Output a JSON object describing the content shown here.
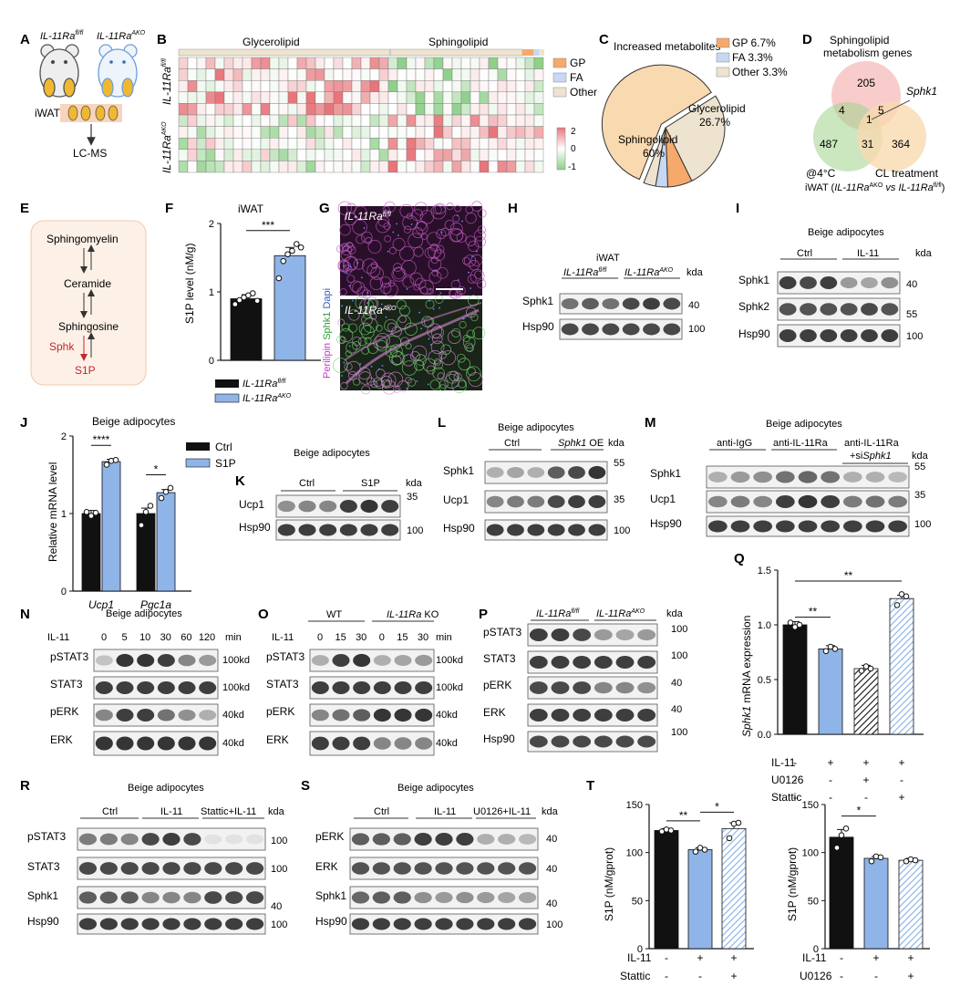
{
  "colors": {
    "black": "#111111",
    "blue": "#8fb4e8",
    "peach": "#f9d9b0",
    "orange": "#f5a96a",
    "lightblue": "#c6d8f3",
    "beige": "#ede3cf",
    "green": "#9fd48c",
    "red": "#f4a3a3",
    "heatRed": "#e8757a",
    "heatGreen": "#8fd08a"
  },
  "panels": {
    "A": "A",
    "B": "B",
    "C": "C",
    "D": "D",
    "E": "E",
    "F": "F",
    "G": "G",
    "H": "H",
    "I": "I",
    "J": "J",
    "K": "K",
    "L": "L",
    "M": "M",
    "N": "N",
    "O": "O",
    "P": "P",
    "Q": "Q",
    "R": "R",
    "S": "S",
    "T": "T"
  },
  "common": {
    "ctrl": "Ctrl",
    "il11": "IL-11",
    "s1p": "S1P",
    "kda": "kda",
    "beige": "Beige adipocytes",
    "iwat": "iWAT",
    "plus": "+",
    "minus": "-",
    "min": "min",
    "wt_fl": "IL-11Ra",
    "wt_sup": "fl/fl",
    "ko_sup": "AKO",
    "mice_fl": "IL-11Ra",
    "mice_ko": "IL-11Ra"
  },
  "panelA": {
    "iwat": "iWAT",
    "lcms": "LC-MS"
  },
  "panelB": {
    "top_glycero": "Glycerolipid",
    "top_sphingo": "Sphingolipid",
    "leg_gp": "GP",
    "leg_fa": "FA",
    "leg_other": "Other",
    "scale_2": "2",
    "scale_0": "0",
    "scale_m1": "-1"
  },
  "panelC": {
    "title": "Increased metabolites",
    "sphingo": "Sphingolipid",
    "sphingo_pct": "60%",
    "glycero": "Glycerolipid",
    "glycero_pct": "26.7%",
    "leg_gp": "GP 6.7%",
    "leg_fa": "FA 3.3%",
    "leg_other": "Other 3.3%"
  },
  "panelD": {
    "title1": "Sphingolipid",
    "title2": "metabolism genes",
    "n205": "205",
    "n4": "4",
    "n5": "5",
    "n1": "1",
    "n487": "487",
    "n31": "31",
    "n364": "364",
    "sphk1": "Sphk1",
    "at4c": "@4°C",
    "cl": "CL treatment",
    "footer_a": "iWAT (",
    "footer_b": " vs ",
    "footer_c": ")"
  },
  "panelE": {
    "sm": "Sphingomyelin",
    "cer": "Ceramide",
    "sph": "Sphingosine",
    "sphk": "Sphk",
    "s1p": "S1P"
  },
  "panelF": {
    "title": "iWAT",
    "ylabel": "S1P level (nM/g)",
    "sig": "***",
    "y0": "0",
    "y1": "1",
    "y2": "2"
  },
  "panelG": {
    "perilipin": "Perilipin",
    "sphk1": "Sphk1",
    "dapi": "Dapi"
  },
  "panelH": {
    "sphk1": "Sphk1",
    "hsp90": "Hsp90",
    "m40": "40",
    "m100": "100"
  },
  "panelI": {
    "sphk1": "Sphk1",
    "sphk2": "Sphk2",
    "hsp90": "Hsp90",
    "m40": "40",
    "m55": "55",
    "m100": "100"
  },
  "panelJ": {
    "ylabel": "Relative mRNA level",
    "ucp1": "Ucp1",
    "pgc1a": "Pgc1a",
    "sig1": "****",
    "sig2": "*",
    "y0": "0",
    "y1": "1",
    "y2": "2"
  },
  "panelK": {
    "ucp1": "Ucp1",
    "hsp90": "Hsp90",
    "m35": "35",
    "m100": "100"
  },
  "panelL": {
    "oe": "Sphk1",
    "oe2": " OE",
    "sphk1": "Sphk1",
    "ucp1": "Ucp1",
    "hsp90": "Hsp90",
    "m55": "55",
    "m35": "35",
    "m100": "100"
  },
  "panelM": {
    "igg": "anti-IgG",
    "ra": "anti-IL-11Ra",
    "ra_si1": "anti-IL-11Ra",
    "ra_si2": "+si",
    "ra_si3": "Sphk1",
    "sphk1": "Sphk1",
    "ucp1": "Ucp1",
    "hsp90": "Hsp90",
    "m55": "55",
    "m35": "35",
    "m100": "100"
  },
  "panelN": {
    "il11": "IL-11",
    "times": [
      "0",
      "5",
      "10",
      "30",
      "60",
      "120"
    ],
    "pstat3": "pSTAT3",
    "stat3": "STAT3",
    "perk": "pERK",
    "erk": "ERK",
    "m100": "100kd",
    "m40": "40kd"
  },
  "panelO": {
    "wt": "WT",
    "ko": "IL-11Ra",
    "ko2": " KO",
    "times": [
      "0",
      "15",
      "30",
      "0",
      "15",
      "30"
    ],
    "pstat3": "pSTAT3",
    "stat3": "STAT3",
    "perk": "pERK",
    "erk": "ERK",
    "m100": "100kd",
    "m40": "40kd"
  },
  "panelP": {
    "pstat3": "pSTAT3",
    "stat3": "STAT3",
    "perk": "pERK",
    "erk": "ERK",
    "hsp90": "Hsp90",
    "m100": "100",
    "m40": "40"
  },
  "panelQ": {
    "ylabel": "Sphk1 mRNA expression",
    "il11": "IL-11",
    "u0126": "U0126",
    "stattic": "Stattic",
    "sig1": "**",
    "sig2": "**",
    "y0": "0.0",
    "y05": "0.5",
    "y1": "1.0",
    "y15": "1.5"
  },
  "panelR": {
    "stattic": "Stattic+IL-11",
    "pstat3": "pSTAT3",
    "stat3": "STAT3",
    "sphk1": "Sphk1",
    "hsp90": "Hsp90",
    "m100": "100",
    "m40": "40"
  },
  "panelS": {
    "u0126": "U0126+IL-11",
    "perk": "pERK",
    "erk": "ERK",
    "sphk1": "Sphk1",
    "hsp90": "Hsp90",
    "m40": "40",
    "m100": "100"
  },
  "panelT": {
    "ylabel": "S1P (nM/gprot)",
    "il11": "IL-11",
    "stattic": "Stattic",
    "u0126": "U0126",
    "sig1": "**",
    "sig2": "*",
    "sig3": "*",
    "y0": "0",
    "y50": "50",
    "y100": "100",
    "y150": "150"
  },
  "chart_data": [
    {
      "type": "bar",
      "panel": "F",
      "title": "iWAT",
      "ylabel": "S1P level (nM/g)",
      "categories": [
        "IL-11Ra fl/fl",
        "IL-11Ra AKO"
      ],
      "values": [
        0.9,
        1.53
      ],
      "points": [
        [
          0.82,
          0.88,
          0.92,
          0.95,
          0.98,
          0.87
        ],
        [
          1.2,
          1.45,
          1.55,
          1.6,
          1.7,
          1.65
        ]
      ],
      "ylim": [
        0,
        2
      ]
    },
    {
      "type": "bar",
      "panel": "J",
      "ylabel": "Relative mRNA level",
      "categories": [
        "Ucp1",
        "Pgc1a"
      ],
      "series": [
        {
          "name": "Ctrl",
          "values": [
            1.0,
            1.0
          ],
          "points": [
            [
              1.02,
              0.97,
              1.01
            ],
            [
              0.85,
              1.02,
              1.1
            ]
          ]
        },
        {
          "name": "S1P",
          "values": [
            1.67,
            1.27
          ],
          "points": [
            [
              1.63,
              1.68,
              1.69
            ],
            [
              1.2,
              1.28,
              1.33
            ]
          ]
        }
      ],
      "ylim": [
        0,
        2
      ]
    },
    {
      "type": "bar",
      "panel": "Q",
      "ylabel": "Sphk1 mRNA expression",
      "categories": [
        "Ctrl",
        "IL-11",
        "IL-11+U0126",
        "IL-11+Stattic"
      ],
      "values": [
        1.0,
        0.78,
        0.6,
        1.24
      ],
      "points": [
        [
          1.02,
          0.98,
          1.0
        ],
        [
          0.76,
          0.8,
          0.78
        ],
        [
          0.58,
          0.62,
          0.6
        ],
        [
          1.18,
          1.28,
          1.26
        ]
      ],
      "ylim": [
        0,
        1.5
      ]
    },
    {
      "type": "bar",
      "panel": "T-left",
      "ylabel": "S1P (nM/gprot)",
      "categories": [
        "Ctrl",
        "IL-11",
        "Stattic+IL-11"
      ],
      "values": [
        123,
        103,
        125
      ],
      "points": [
        [
          122,
          124,
          123
        ],
        [
          101,
          105,
          103
        ],
        [
          115,
          130,
          131
        ]
      ],
      "ylim": [
        0,
        150
      ]
    },
    {
      "type": "bar",
      "panel": "T-right",
      "ylabel": "S1P (nM/gprot)",
      "categories": [
        "Ctrl",
        "IL-11",
        "U0126+IL-11"
      ],
      "values": [
        116,
        94,
        92
      ],
      "points": [
        [
          105,
          118,
          125
        ],
        [
          91,
          96,
          95
        ],
        [
          91,
          93,
          92
        ]
      ],
      "ylim": [
        0,
        150
      ]
    },
    {
      "type": "pie",
      "panel": "C",
      "title": "Increased metabolites",
      "categories": [
        "Sphingolipid",
        "Glycerolipid",
        "GP",
        "FA",
        "Other"
      ],
      "values": [
        60,
        26.7,
        6.7,
        3.3,
        3.3
      ]
    }
  ]
}
